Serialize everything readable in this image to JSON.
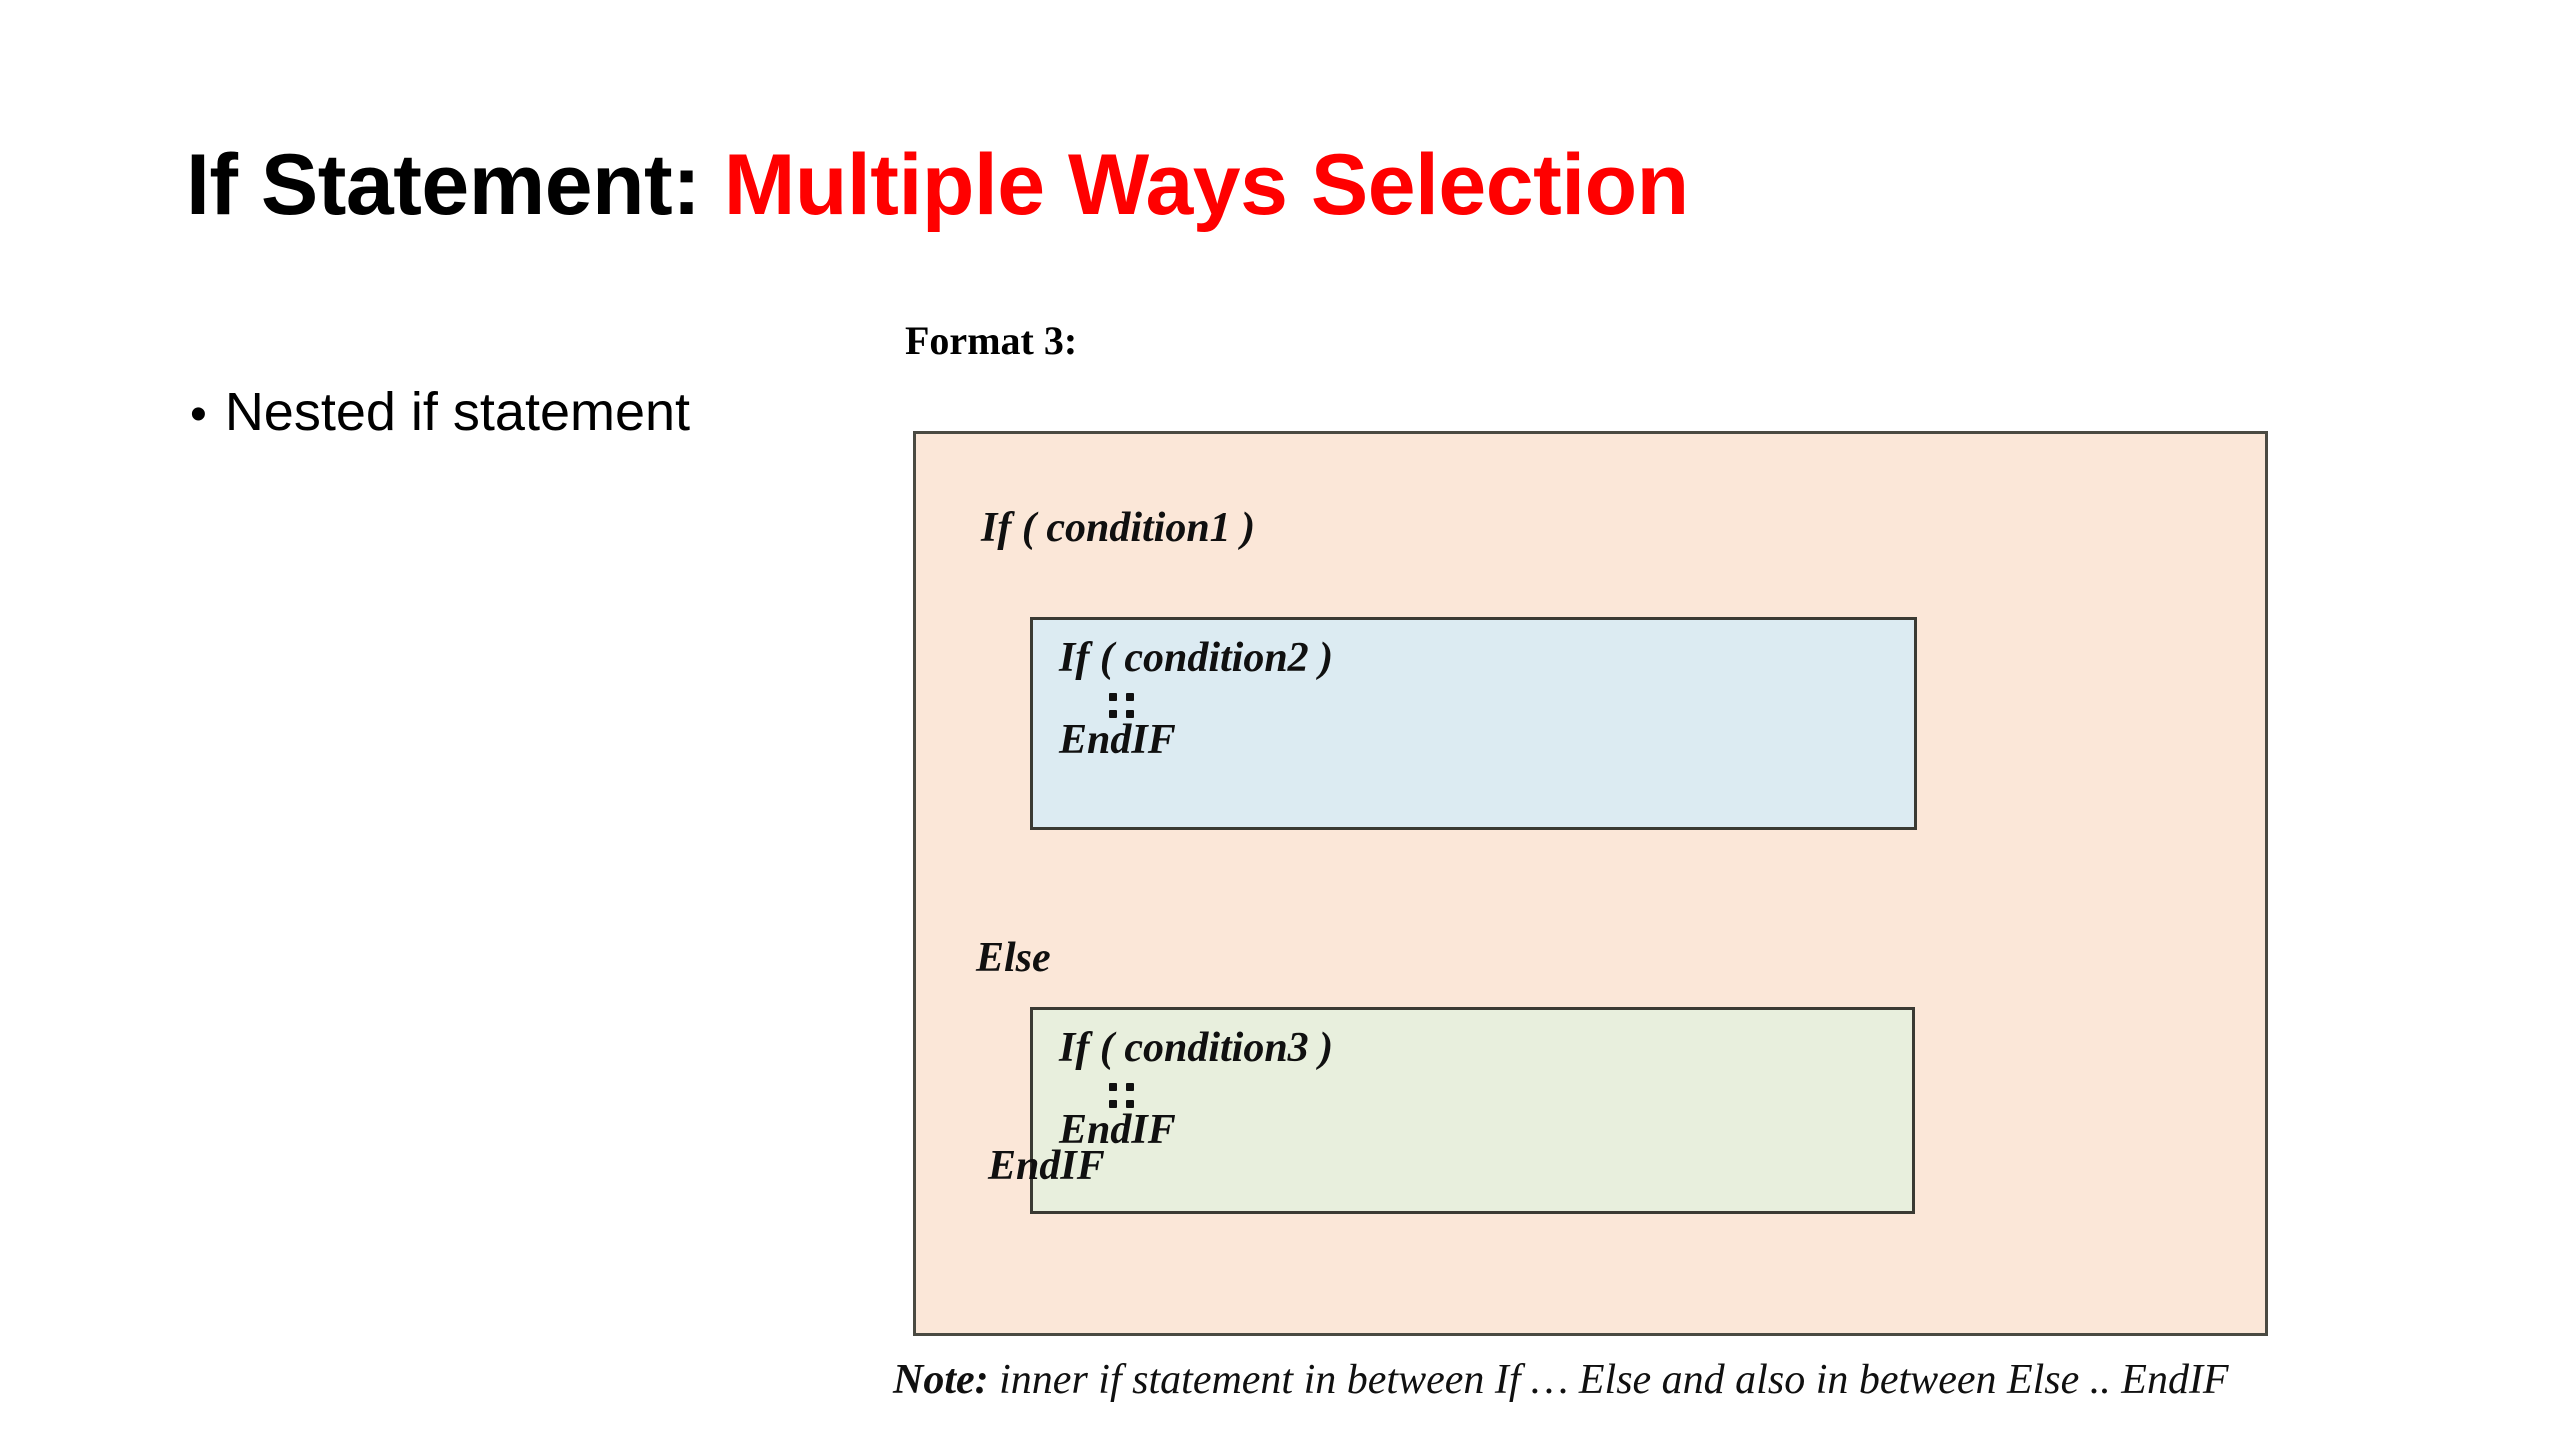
{
  "slide": {
    "title_part1": "If Statement: ",
    "title_part2": "Multiple Ways Selection",
    "title_accent_color": "#ff0000",
    "title_base_color": "#000000"
  },
  "bullets": [
    {
      "marker": "•",
      "text": "Nested if statement"
    }
  ],
  "format": {
    "label": "Format 3:"
  },
  "code_block": {
    "background_color": "#fbe7d8",
    "border_color": "#4a4a42",
    "line_if1": "If ( condition1 )",
    "line_else": "Else",
    "line_endif": "EndIF",
    "inner_blocks": [
      {
        "name": "if-condition2-block",
        "background_color": "#dcebf2",
        "border_color": "#3a3a33",
        "line_if": "If ( condition2 )",
        "line_body": "::",
        "line_endif": "EndIF"
      },
      {
        "name": "if-condition3-block",
        "background_color": "#e8efdd",
        "border_color": "#3a3a33",
        "line_if": "If ( condition3 )",
        "line_body": "::",
        "line_endif": "EndIF"
      }
    ]
  },
  "note": {
    "label": "Note:",
    "text": " inner if statement in between If … Else and also in between  Else .. EndIF"
  }
}
